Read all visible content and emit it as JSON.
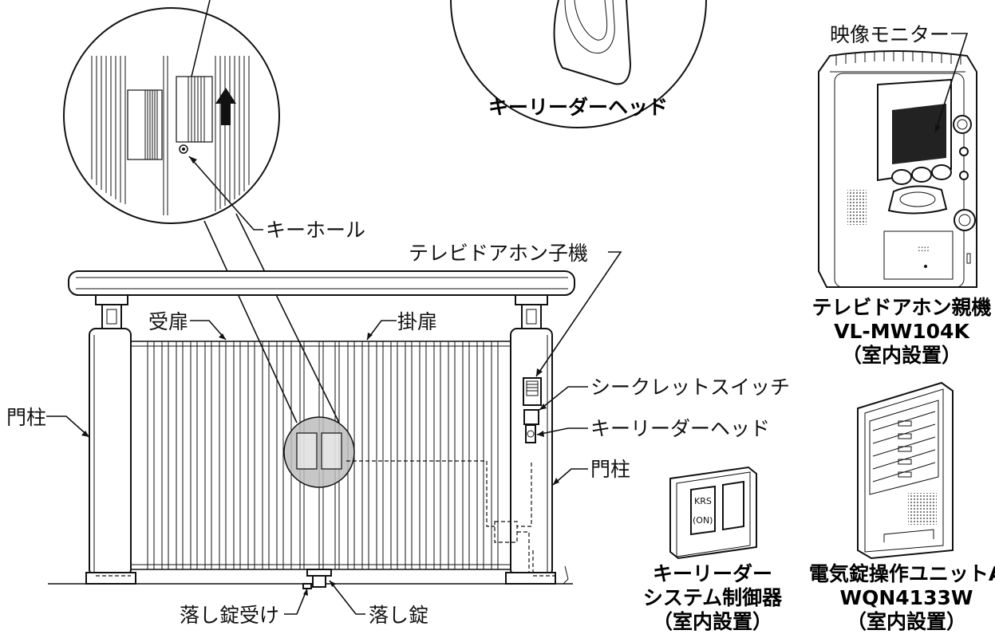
{
  "labels": {
    "keyhole": "キーホール",
    "intercom_sub": "テレビドアホン子機",
    "secret_switch": "シークレットスイッチ",
    "key_reader_head": "キーリーダーヘッド",
    "gate_post_left": "門柱",
    "gate_post_right": "門柱",
    "receiving_door": "受扉",
    "hanging_door": "掛扉",
    "drop_lock_receiver": "落し錠受け",
    "drop_lock": "落し錠",
    "video_monitor": "映像モニター",
    "zoom_key_reader_head": "キーリーダーヘッド"
  },
  "products": {
    "master_unit": {
      "name": "テレビドアホン親機",
      "model": "VL-MW104K",
      "note": "（室内設置）"
    },
    "key_reader_controller": {
      "name_line1": "キーリーダー",
      "name_line2": "システム制御器",
      "note": "（室内設置）",
      "switch_label_1": "KRS",
      "switch_label_2": "(ON)"
    },
    "lock_unit": {
      "name": "電気錠操作ユニットA",
      "model": "WQN4133W",
      "note": "（室内設置）"
    }
  }
}
